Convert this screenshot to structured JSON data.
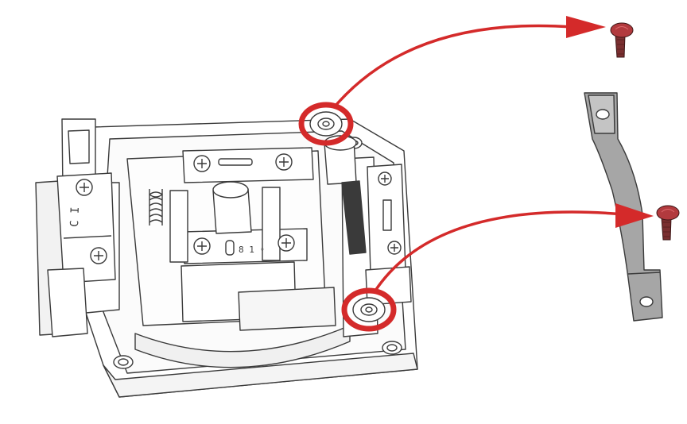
{
  "diagram": {
    "type": "exploded-assembly-illustration",
    "parts": {
      "housing": "mechanism-housing",
      "bracket": "metal-bracket",
      "screws": [
        "screw-top",
        "screw-bottom"
      ]
    },
    "callouts": [
      {
        "id": "upper-screw-hole",
        "points_to": "screw-top"
      },
      {
        "id": "lower-screw-hole",
        "points_to": "screw-bottom"
      }
    ],
    "colors": {
      "line": "#3a3a3a",
      "highlight": "#d42a2a",
      "bracket_fill": "#a6a6a6",
      "screw_fill": "#7a2f30",
      "screw_head": "#b23a3e",
      "background": "#ffffff"
    },
    "markings": {
      "left_block_glyphs": "C I",
      "front_plate_glyphs": "8 1 ◦"
    }
  }
}
